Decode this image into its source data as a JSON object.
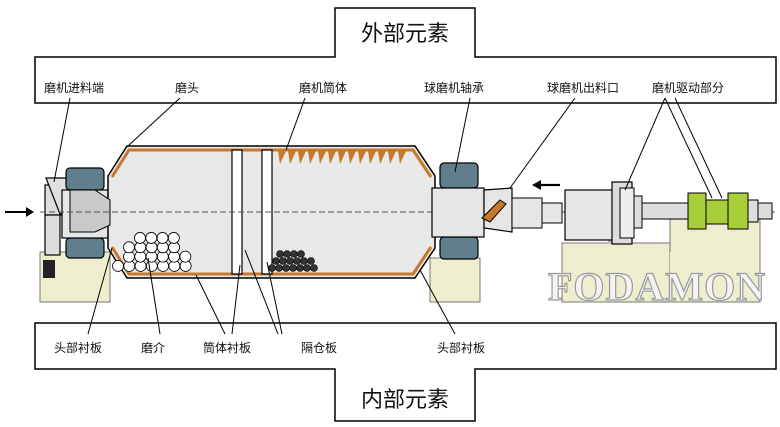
{
  "header": {
    "title": "外部元素"
  },
  "footer": {
    "title": "内部元素"
  },
  "top_labels": {
    "feed_end": "磨机进料端",
    "head": "磨头",
    "shell": "磨机筒体",
    "bearing": "球磨机轴承",
    "outlet": "球磨机出料口",
    "drive": "磨机驱动部分"
  },
  "bottom_labels": {
    "head_liner_left": "头部衬板",
    "media": "磨介",
    "shell_liner": "筒体衬板",
    "partition": "隔仓板",
    "head_liner_right": "头部衬板"
  },
  "watermark": "FODAMON",
  "colors": {
    "frame": "#000000",
    "liner": "#c8782a",
    "machine_fill": "#e6e6e6",
    "green": "#a8cf3a",
    "base": "#eeeecf"
  }
}
